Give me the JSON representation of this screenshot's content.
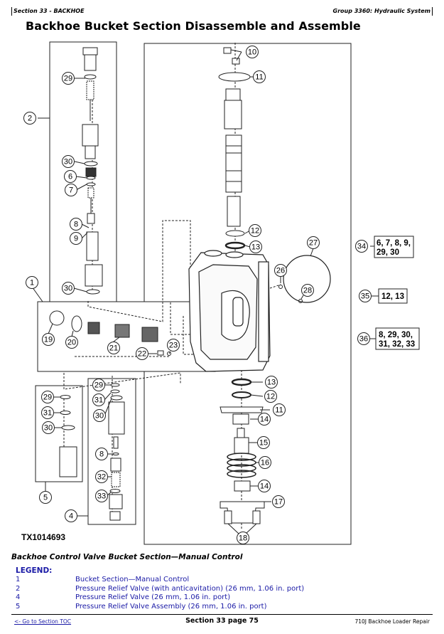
{
  "header": {
    "section": "Section 33 - BACKHOE",
    "group": "Group 3360: Hydraulic System"
  },
  "title": "Backhoe Bucket Section Disassemble and Assemble",
  "figure": {
    "id": "TX1014693",
    "callouts": {
      "c1": "1",
      "c2": "2",
      "c4": "4",
      "c5": "5",
      "c6": "6",
      "c7": "7",
      "c8a": "8",
      "c8b": "8",
      "c9": "9",
      "c10": "10",
      "c11a": "11",
      "c11b": "11",
      "c12a": "12",
      "c12b": "12",
      "c13a": "13",
      "c13b": "13",
      "c14a": "14",
      "c14b": "14",
      "c15": "15",
      "c16": "16",
      "c17": "17",
      "c18": "18",
      "c19": "19",
      "c20": "20",
      "c21": "21",
      "c22": "22",
      "c23": "23",
      "c26": "26",
      "c27": "27",
      "c28": "28",
      "c29a": "29",
      "c29b": "29",
      "c29c": "29",
      "c30a": "30",
      "c30b": "30",
      "c30c": "30",
      "c30d": "30",
      "c31a": "31",
      "c31b": "31",
      "c32": "32",
      "c33": "33",
      "c34": "34",
      "c35": "35",
      "c36": "36"
    },
    "kits": {
      "k34_line1": "6, 7, 8, 9,",
      "k34_line2": "29, 30",
      "k35_line1": "12, 13",
      "k36_line1": "8, 29, 30,",
      "k36_line2": "31, 32, 33"
    }
  },
  "caption": "Backhoe Control Valve Bucket Section—Manual Control",
  "legend": {
    "title": "LEGEND:",
    "items": [
      {
        "num": "1",
        "text": "Bucket Section—Manual Control"
      },
      {
        "num": "2",
        "text": "Pressure Relief Valve (with anticavitation) (26 mm, 1.06 in. port)"
      },
      {
        "num": "4",
        "text": "Pressure Relief Valve (26 mm, 1.06 in. port)"
      },
      {
        "num": "5",
        "text": "Pressure Relief Valve Assembly (26 mm, 1.06 in. port)"
      }
    ]
  },
  "footer": {
    "toc_link": "<- Go to Section TOC",
    "page": "Section 33 page 75",
    "manual": "710J Backhoe Loader Repair"
  }
}
